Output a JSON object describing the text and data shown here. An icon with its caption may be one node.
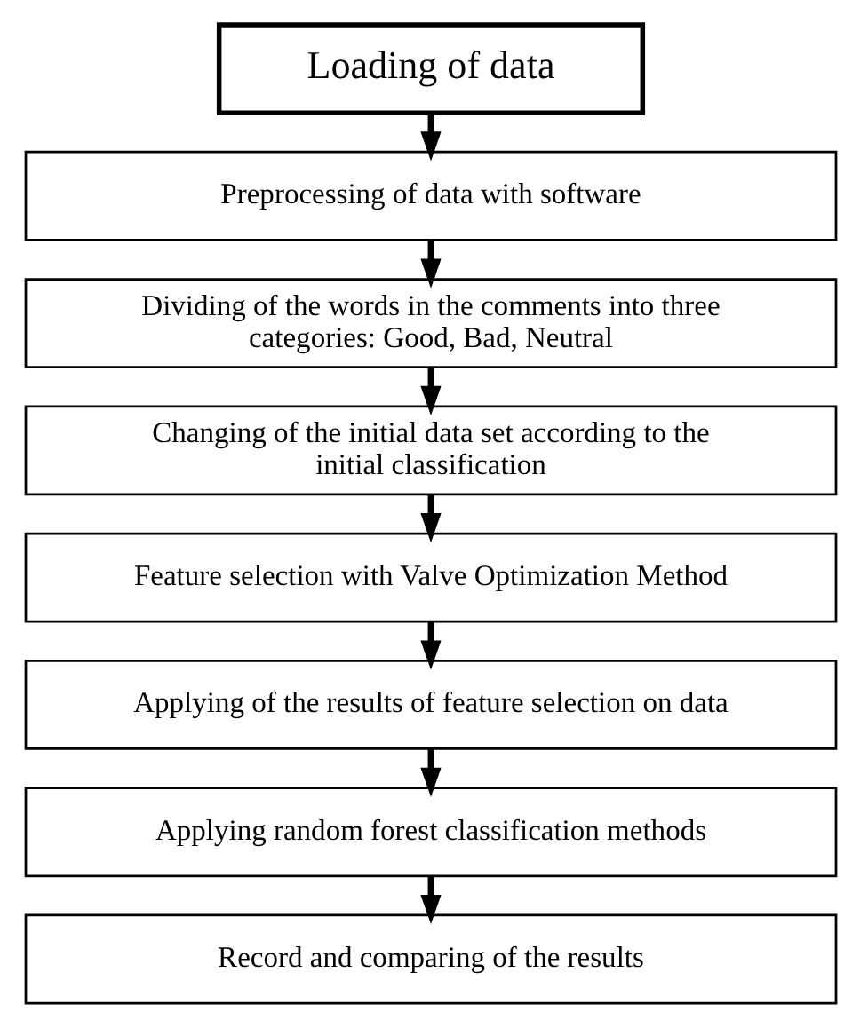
{
  "diagram": {
    "nodes": [
      {
        "text": [
          "Loading of data"
        ]
      },
      {
        "text": [
          "Preprocessing of data with software"
        ]
      },
      {
        "text": [
          "Dividing of the words in the comments into three categories: Good, Bad, Neutral"
        ]
      },
      {
        "text": [
          "Changing of the initial data set according to the initial classification"
        ]
      },
      {
        "text": [
          "Feature selection with Valve Optimization Method"
        ]
      },
      {
        "text": [
          "Applying of the results of feature selection on data"
        ]
      },
      {
        "text": [
          "Applying random forest classification methods"
        ]
      },
      {
        "text": [
          "Record and comparing of the results"
        ]
      }
    ],
    "edges": [
      {
        "from": 0,
        "to": 1,
        "arrow": "to"
      },
      {
        "from": 1,
        "to": 2,
        "arrow": "to"
      },
      {
        "from": 2,
        "to": 3,
        "arrow": "to"
      },
      {
        "from": 3,
        "to": 4,
        "arrow": "to"
      },
      {
        "from": 4,
        "to": 5,
        "arrow": "to"
      },
      {
        "from": 5,
        "to": 6,
        "arrow": "to"
      },
      {
        "from": 6,
        "to": 7,
        "arrow": "to"
      }
    ]
  }
}
